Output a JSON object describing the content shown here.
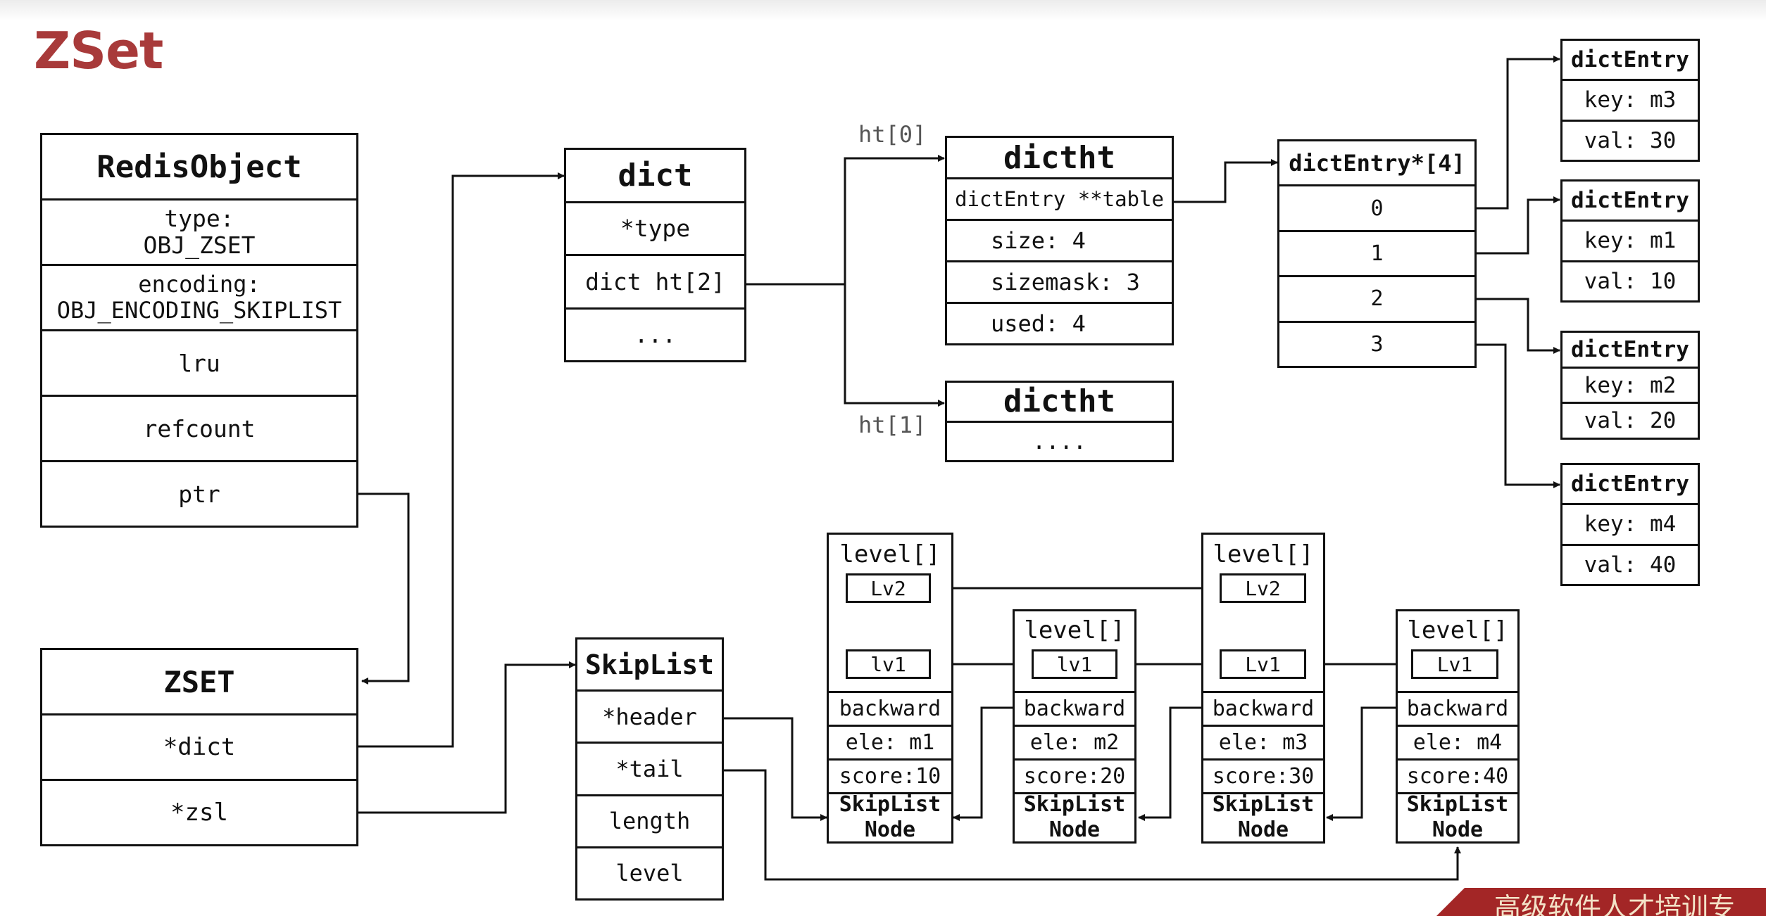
{
  "title": "ZSet",
  "redis_object": {
    "header": "RedisObject",
    "type_label": "type:",
    "type_value": "OBJ_ZSET",
    "encoding_label": "encoding:",
    "encoding_value": "OBJ_ENCODING_SKIPLIST",
    "lru": "lru",
    "refcount": "refcount",
    "ptr": "ptr"
  },
  "zset": {
    "header": "ZSET",
    "dict": "*dict",
    "zsl": "*zsl"
  },
  "dict": {
    "header": "dict",
    "type": "*type",
    "ht": "dict ht[2]",
    "more": "..."
  },
  "ht0_label": "ht[0]",
  "ht1_label": "ht[1]",
  "dictht0": {
    "header": "dictht",
    "table": "dictEntry **table",
    "size": "size: 4",
    "sizemask": "sizemask: 3",
    "used": "used: 4"
  },
  "dictht1": {
    "header": "dictht",
    "more": "...."
  },
  "dict_array": {
    "header": "dictEntry*[4]",
    "slots": [
      "0",
      "1",
      "2",
      "3"
    ]
  },
  "dict_entries": [
    {
      "header": "dictEntry",
      "key": "key: m3",
      "val": "val: 30"
    },
    {
      "header": "dictEntry",
      "key": "key: m1",
      "val": "val: 10"
    },
    {
      "header": "dictEntry",
      "key": "key: m2",
      "val": "val: 20"
    },
    {
      "header": "dictEntry",
      "key": "key: m4",
      "val": "val: 40"
    }
  ],
  "skiplist": {
    "header": "SkipList",
    "header_ptr": "*header",
    "tail_ptr": "*tail",
    "length": "length",
    "level": "level"
  },
  "skiplist_nodes": [
    {
      "level_label": "level[]",
      "lv2": "Lv2",
      "lv1": "lv1",
      "backward": "backward",
      "ele": "ele: m1",
      "score": "score:10",
      "footer": "SkipList Node"
    },
    {
      "level_label": "level[]",
      "lv1": "lv1",
      "backward": "backward",
      "ele": "ele: m2",
      "score": "score:20",
      "footer": "SkipList Node"
    },
    {
      "level_label": "level[]",
      "lv2": "Lv2",
      "lv1": "Lv1",
      "backward": "backward",
      "ele": "ele: m3",
      "score": "score:30",
      "footer": "SkipList Node"
    },
    {
      "level_label": "level[]",
      "lv1": "Lv1",
      "backward": "backward",
      "ele": "ele: m4",
      "score": "score:40",
      "footer": "SkipList Node"
    }
  ],
  "banner_text": "高级软件人才培训专",
  "colors": {
    "title": "#a83a3a",
    "banner": "#a32626"
  }
}
